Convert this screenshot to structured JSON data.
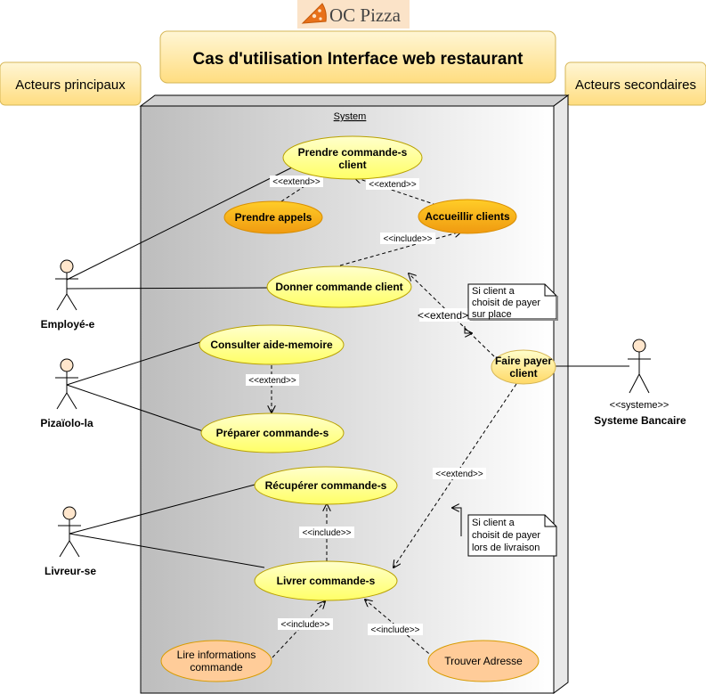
{
  "logo": {
    "text": "OC Pizza"
  },
  "title": "Cas d'utilisation Interface web restaurant",
  "headers": {
    "primary_actors": "Acteurs principaux",
    "secondary_actors": "Acteurs secondaires"
  },
  "system": {
    "label": "System"
  },
  "actors": {
    "employee": "Employé-e",
    "pizzaiolo": "Pizaïolo-la",
    "delivery": "Livreur-se",
    "bank_stereotype": "<<systeme>>",
    "bank": "Systeme Bancaire"
  },
  "use_cases": {
    "prendre_commande_line1": "Prendre commande-s",
    "prendre_commande_line2": "client",
    "prendre_appels": "Prendre appels",
    "accueillir_clients": "Accueillir clients",
    "donner_commande": "Donner commande client",
    "consulter_aide": "Consulter aide-memoire",
    "preparer_commande": "Préparer commande-s",
    "faire_payer_line1": "Faire payer",
    "faire_payer_line2": "client",
    "recuperer_commande": "Récupérer commande-s",
    "livrer_commande": "Livrer commande-s",
    "lire_info_line1": "Lire informations",
    "lire_info_line2": "commande",
    "trouver_adresse": "Trouver Adresse"
  },
  "relations": {
    "extend_prendre_appels": "<<extend>>",
    "extend_accueillir": "<<extend>>",
    "include_donner": "<<include>>",
    "extend_faire_payer_donner": "<<extend>>",
    "extend_consulter": "<<extend>>",
    "extend_faire_payer_livrer": "<<extend>>",
    "include_recuperer": "<<include>>",
    "include_lire_info": "<<include>>",
    "include_trouver": "<<include>>"
  },
  "notes": {
    "note1_line1": "Si client a",
    "note1_line2": "choisit de payer",
    "note1_line3": "sur place",
    "note2_line1": "Si client a",
    "note2_line2": "choisit de payer",
    "note2_line3": "lors de livraison"
  },
  "colors": {
    "header_fill": "#fff2cc",
    "header_stroke": "#d6b656",
    "usecase_fill": "#ffff88",
    "usecase_stroke": "#b8a000",
    "orange_fill": "#f5a623",
    "salmon_fill": "#ffcc99",
    "note_fill": "#ffffff",
    "actor_head": "#ffe6cc",
    "logo_orange": "#e8711a"
  }
}
